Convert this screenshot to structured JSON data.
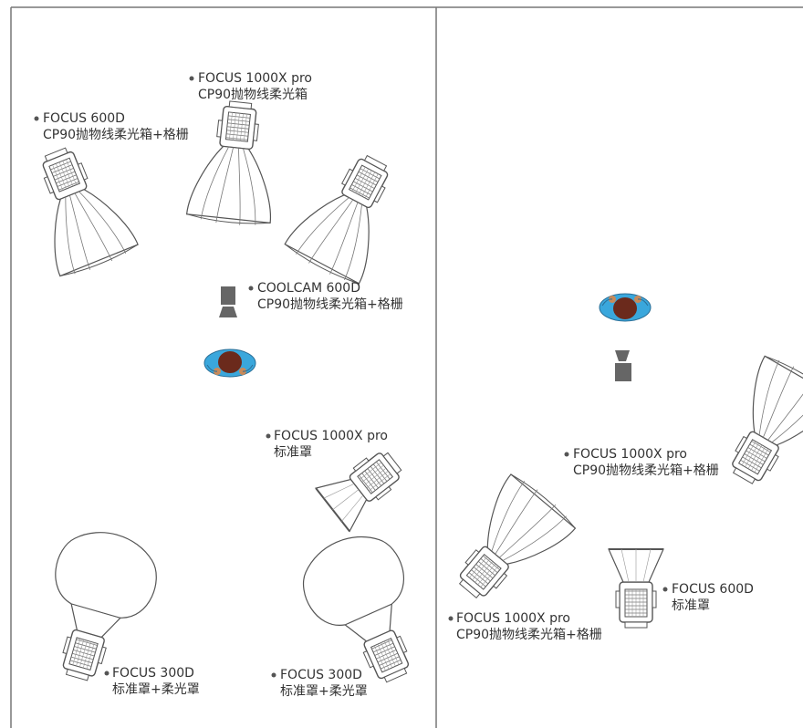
{
  "colors": {
    "line": "#555555",
    "frame": "#777777",
    "subject_blue": "#3aa7dc",
    "subject_hair": "#6b2a1c",
    "subject_skin": "#c98a5a",
    "camera": "#666666"
  },
  "labels": {
    "l_focus1000x_cp90": {
      "line1": "FOCUS 1000X pro",
      "line2": "CP90抛物线柔光箱"
    },
    "l_focus600d_cp90_grid": {
      "line1": "FOCUS 600D",
      "line2": "CP90抛物线柔光箱+格栅"
    },
    "l_coolcam600d": {
      "line1": "COOLCAM 600D",
      "line2": "CP90抛物线柔光箱+格栅"
    },
    "l_focus1000x_std": {
      "line1": "FOCUS  1000X pro",
      "line2": "标准罩"
    },
    "l_focus300d_a": {
      "line1": "FOCUS  300D",
      "line2": "标准罩+柔光罩"
    },
    "l_focus300d_b": {
      "line1": "FOCUS  300D",
      "line2": "标准罩+柔光罩"
    },
    "r_focus1000x_cp90_grid_a": {
      "line1": "FOCUS 1000X pro",
      "line2": "CP90抛物线柔光箱+格栅"
    },
    "r_focus600d_std": {
      "line1": "FOCUS  600D",
      "line2": "标准罩"
    },
    "r_focus1000x_cp90_grid_b": {
      "line1": "FOCUS 1000X pro",
      "line2": "CP90抛物线柔光箱+格栅"
    }
  }
}
